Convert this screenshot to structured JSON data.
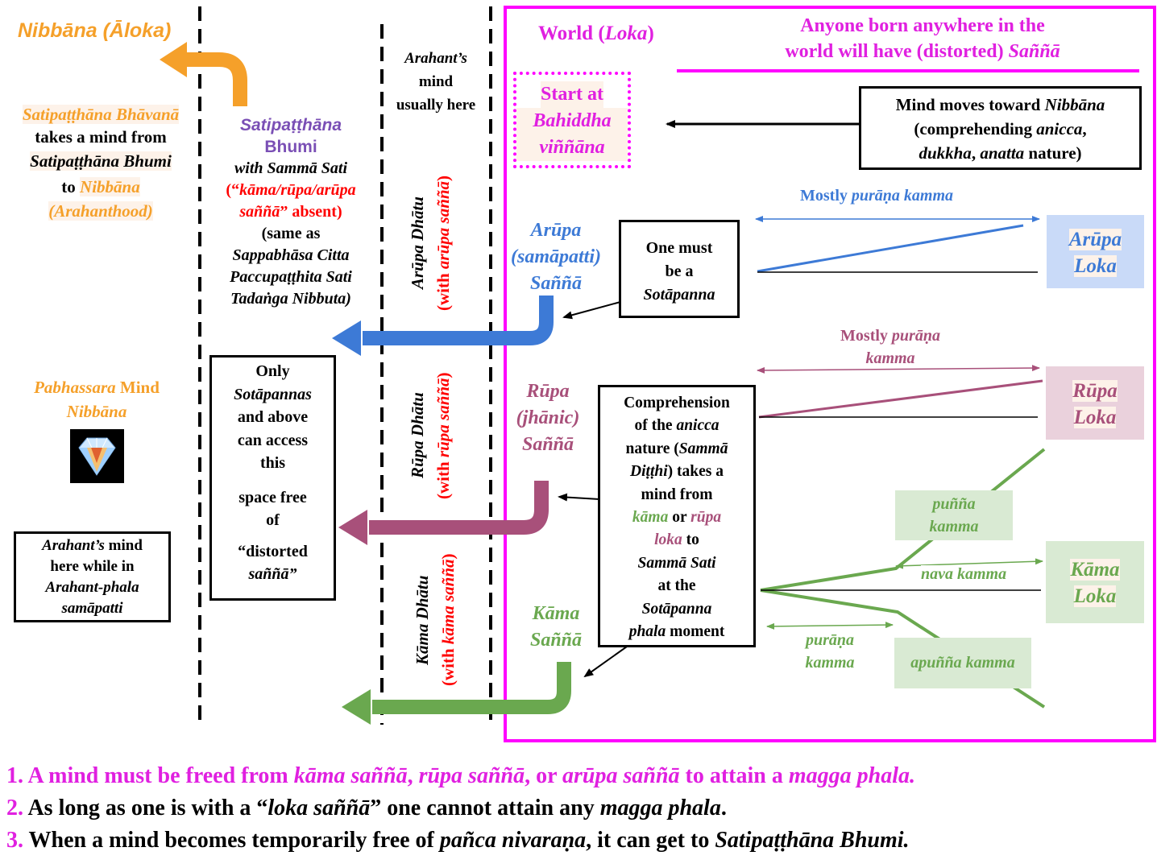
{
  "nibbana_aloka": "Nibbāna (Āloka)",
  "left_text": {
    "l1": "Satipaṭṭhāna Bhāvanā",
    "l2": "takes a mind from",
    "l3": "Satipaṭṭhāna Bhumi",
    "l4a": "to ",
    "l4b": "Nibbāna",
    "l5": "(Arahanthood)"
  },
  "pabhassara": {
    "l1a": "Pabhassara",
    "l1b": " Mind",
    "l2": "Nibbāna"
  },
  "arahant_box": {
    "l1a": "Arahant’s",
    "l1b": " mind",
    "l2": "here while in",
    "l3": "Arahant-phala",
    "l4": "samāpatti"
  },
  "bhumi": {
    "l1": "Satipaṭṭhāna",
    "l2": "Bhumi",
    "l3a": "with ",
    "l3b": "Sammā Sati",
    "l4a": "(“",
    "l4b": "kāma/rūpa/arūpa",
    "l5a": "saññā",
    "l5b": "” absent)",
    "l6": "(same as",
    "l7": "Sappabhāsa Citta",
    "l8": "Paccupaṭṭhita Sati",
    "l9": "Tadaṅga Nibbuta)"
  },
  "only_box": {
    "l1": "Only",
    "l2": "Sotāpannas",
    "l3": "and above",
    "l4": "can access",
    "l5": "this",
    "l6": "space free",
    "l7": "of",
    "l8": "“distorted",
    "l9": "saññā”"
  },
  "arahant_usual": {
    "l1": "Arahant’s",
    "l2": "mind",
    "l3": "usually here"
  },
  "dhatu": {
    "arupa": "Arūpa Dhātu",
    "arupa_sub_a": "(with ",
    "arupa_sub_b": "arūpa saññā",
    "arupa_sub_c": ")",
    "rupa": "Rūpa Dhātu",
    "rupa_sub_a": "(with ",
    "rupa_sub_b": "rūpa saññā",
    "rupa_sub_c": ")",
    "kama": "Kāma Dhātu",
    "kama_sub_a": "(with ",
    "kama_sub_b": "kāma saññā",
    "kama_sub_c": ")"
  },
  "world": {
    "title_a": "World (",
    "title_b": "Loka",
    "title_c": ")",
    "anyone_l1": "Anyone born anywhere in the",
    "anyone_l2a": "world will have (distorted) ",
    "anyone_l2b": "Saññā"
  },
  "start_box": {
    "l1": "Start at",
    "l2": "Bahiddha",
    "l3": "viññāna"
  },
  "mind_moves": {
    "l1a": "Mind moves toward ",
    "l1b": "Nibbāna",
    "l2a": "(comprehending ",
    "l2b": "anicca",
    "l3a": "dukkha",
    "l3b": ", ",
    "l3c": "anatta",
    "l3d": " nature)"
  },
  "arupa_sanna": {
    "l1": "Arūpa",
    "l2": "(samāpatti)",
    "l3": "Saññā"
  },
  "sotapanna_box": {
    "l1": "One must",
    "l2": "be a",
    "l3": "Sotāpanna"
  },
  "rupa_sanna": {
    "l1": "Rūpa",
    "l2": "(jhānic)",
    "l3": "Saññā"
  },
  "kama_sanna": {
    "l1": "Kāma",
    "l2": "Saññā"
  },
  "comprehension": {
    "l1": "Comprehension",
    "l2a": "of the ",
    "l2b": "anicca",
    "l3a": "nature (",
    "l3b": "Sammā",
    "l4a": "Diṭṭhi",
    "l4b": ") takes a",
    "l5": "mind from",
    "l6a": "kāma",
    "l6b": " or ",
    "l6c": "rūpa",
    "l7a": "loka",
    "l7b": " to",
    "l8": "Sammā Sati",
    "l9": "at the",
    "l10": "Sotāpanna",
    "l11a": "phala",
    "l11b": " moment"
  },
  "mostly1": {
    "a": "Mostly ",
    "b": "purāṇa kamma"
  },
  "mostly2": {
    "a": "Mostly ",
    "b": "purāṇa",
    "c": "kamma"
  },
  "loka_boxes": {
    "arupa": {
      "l1": "Arūpa",
      "l2": "Loka"
    },
    "rupa": {
      "l1": "Rūpa",
      "l2": "Loka"
    },
    "kama": {
      "l1": "Kāma",
      "l2": "Loka"
    }
  },
  "kamma": {
    "punna_l1": "puñña",
    "punna_l2": "kamma",
    "nava": "nava kamma",
    "purana_l1": "purāṇa",
    "purana_l2": "kamma",
    "apunna": "apuñña kamma"
  },
  "notes": {
    "n1_num": "1.",
    "n1a": " A mind must be freed from ",
    "n1b": "kāma saññā",
    "n1c": ", ",
    "n1d": "rūpa saññā",
    "n1e": ", or ",
    "n1f": "arūpa saññā",
    "n1g": " to attain a ",
    "n1h": "magga phala.",
    "n2_num": "2.",
    "n2a": " As long as one is with a “",
    "n2b": "loka saññā",
    "n2c": "” one cannot attain any ",
    "n2d": "magga phala",
    "n2e": ".",
    "n3_num": "3.",
    "n3a": " When a mind becomes temporarily free of ",
    "n3b": "pañca nivaraṇa",
    "n3c": ", it can get to ",
    "n3d": "Satipaṭṭhāna Bhumi."
  },
  "colors": {
    "orange": "#f5a02a",
    "purple": "#7a4fb5",
    "red": "#ff0000",
    "magenta": "#e020e0",
    "blue": "#3d7ad6",
    "maroon": "#a8507a",
    "green": "#6aa84f"
  }
}
